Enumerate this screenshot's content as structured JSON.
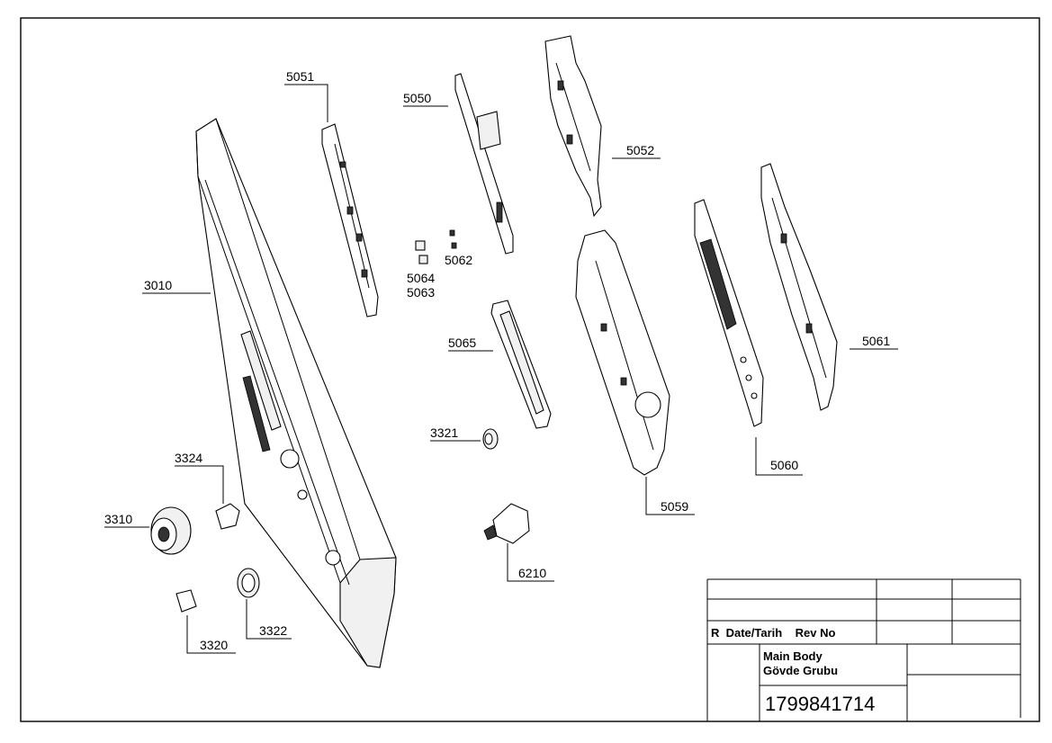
{
  "labels": {
    "p3010": "3010",
    "p5051": "5051",
    "p5050": "5050",
    "p5052": "5052",
    "p5062": "5062",
    "p5064": "5064",
    "p5063": "5063",
    "p5065": "5065",
    "p5061": "5061",
    "p5060": "5060",
    "p5059": "5059",
    "p3321": "3321",
    "p3324": "3324",
    "p3310": "3310",
    "p6210": "6210",
    "p3320": "3320",
    "p3322": "3322"
  },
  "title_block": {
    "rev_header": "R  Date/Tarih    Rev No",
    "title_en": "Main Body",
    "title_tr": "Gövde Grubu",
    "part_number": "1799841714"
  }
}
